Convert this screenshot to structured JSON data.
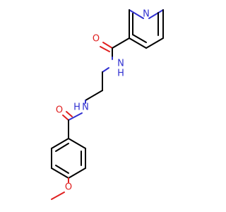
{
  "molecule": {
    "atoms": {
      "pyridine_n": "N",
      "upper_carbonyl_o": "O",
      "upper_amide_n": "N",
      "upper_amide_h": "H",
      "lower_amide_n": "N",
      "lower_amide_h": "H",
      "lower_carbonyl_o": "O",
      "methoxy_o": "O"
    },
    "colors": {
      "carbon_bond": "#000000",
      "nitrogen": "#3030d0",
      "oxygen": "#e02020"
    }
  }
}
